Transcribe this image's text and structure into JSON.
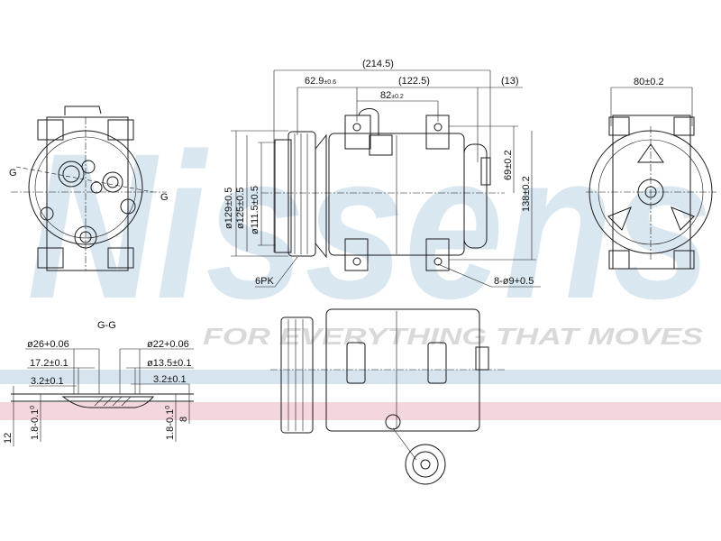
{
  "watermark": {
    "brand": "Nissens",
    "tagline": "FOR EVERYTHING THAT MOVES",
    "colors": {
      "blue": "#c9dbe9",
      "pink": "#f2cfd6"
    }
  },
  "front_view": {
    "section_marks": [
      "G",
      "G"
    ]
  },
  "side_view": {
    "dims": {
      "overall_length": "(214.5)",
      "pulley_offset": "62.9",
      "pulley_offset_tol": "±0.6",
      "body_length": "(122.5)",
      "rear_extension": "(13)",
      "mount_spacing": "82",
      "mount_spacing_tol": "±0.2",
      "dia_129": "ø129±0.5",
      "dia_125": "ø125±0.5",
      "dia_111": "ø111.5±0.5",
      "height_69": "69±0.2",
      "height_138": "138±0.2",
      "belt": "6PK",
      "holes": "8-ø9+0.5"
    }
  },
  "rear_view": {
    "width_dim": "80±0.2"
  },
  "section": {
    "title": "G-G",
    "left": {
      "d1": "ø26+0.06",
      "d2": "17.2±0.1",
      "d3": "3.2±0.1",
      "depth": "1.8-0.1",
      "depth_sup": "0",
      "height": "12"
    },
    "right": {
      "d1": "ø22+0.06",
      "d2": "ø13.5±0.1",
      "d3": "3.2±0.1",
      "depth": "1.8-0.1",
      "depth_sup": "0",
      "height": "8"
    }
  }
}
